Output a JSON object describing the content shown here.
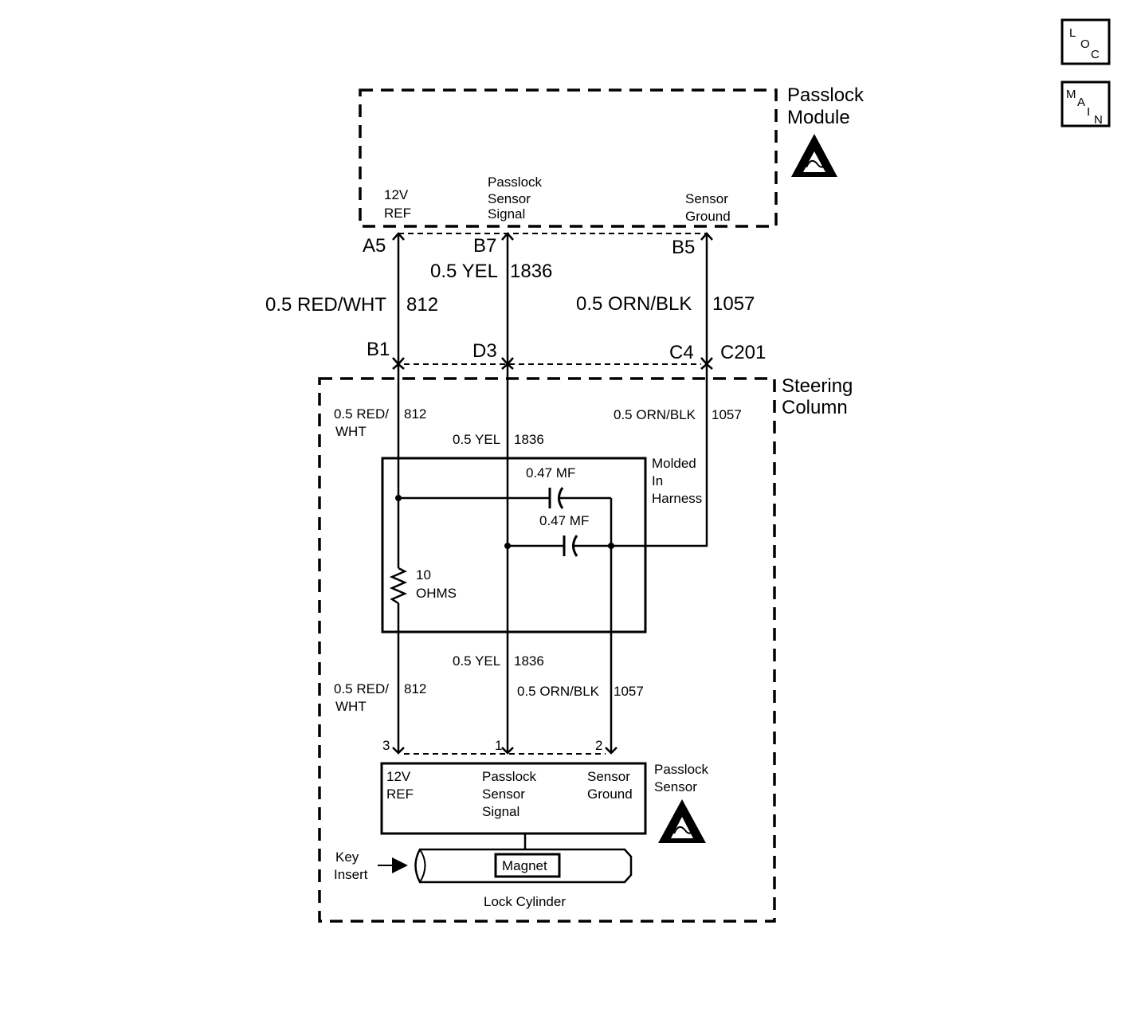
{
  "nav": {
    "loc": [
      "L",
      "O",
      "C"
    ],
    "main": [
      "M",
      "A",
      "I",
      "N"
    ]
  },
  "passlock_module": {
    "title_line1": "Passlock",
    "title_line2": "Module",
    "pin_12v": [
      "12V",
      "REF"
    ],
    "pin_signal": [
      "Passlock",
      "Sensor",
      "Signal"
    ],
    "pin_ground": [
      "Sensor",
      "Ground"
    ]
  },
  "module_connector": {
    "a5": "A5",
    "b7": "B7",
    "b5": "B5"
  },
  "harness_wires": {
    "red_wht": "0.5 RED/WHT",
    "red_wht_circuit": "812",
    "yel": "0.5 YEL",
    "yel_circuit": "1836",
    "orn_blk": "0.5 ORN/BLK",
    "orn_blk_circuit": "1057"
  },
  "c201_connector": {
    "b1": "B1",
    "d3": "D3",
    "c4": "C4",
    "name": "C201"
  },
  "steering_column": {
    "title_line1": "Steering",
    "title_line2": "Column",
    "red_wht_upper": [
      "0.5 RED/",
      "WHT"
    ],
    "red_wht_upper_circuit": "812",
    "orn_blk_upper": "0.5 ORN/BLK",
    "orn_blk_upper_circuit": "1057",
    "yel_upper": "0.5 YEL",
    "yel_upper_circuit": "1836",
    "molded_harness": [
      "Molded",
      "In",
      "Harness"
    ],
    "cap1": "0.47 MF",
    "cap2": "0.47 MF",
    "resistor": [
      "10",
      "OHMS"
    ],
    "yel_lower": "0.5 YEL",
    "yel_lower_circuit": "1836",
    "red_wht_lower": [
      "0.5 RED/",
      "WHT"
    ],
    "red_wht_lower_circuit": "812",
    "orn_blk_lower": "0.5 ORN/BLK",
    "orn_blk_lower_circuit": "1057"
  },
  "sensor_connector": {
    "pin3": "3",
    "pin1": "1",
    "pin2": "2"
  },
  "passlock_sensor": {
    "title": [
      "Passlock",
      "Sensor"
    ],
    "pin_12v": [
      "12V",
      "REF"
    ],
    "pin_signal": [
      "Passlock",
      "Sensor",
      "Signal"
    ],
    "pin_ground": [
      "Sensor",
      "Ground"
    ]
  },
  "lock_cylinder": {
    "magnet": "Magnet",
    "label": "Lock Cylinder",
    "key_insert": [
      "Key",
      "Insert"
    ]
  },
  "colors": {
    "line": "#000000",
    "background": "#ffffff"
  }
}
